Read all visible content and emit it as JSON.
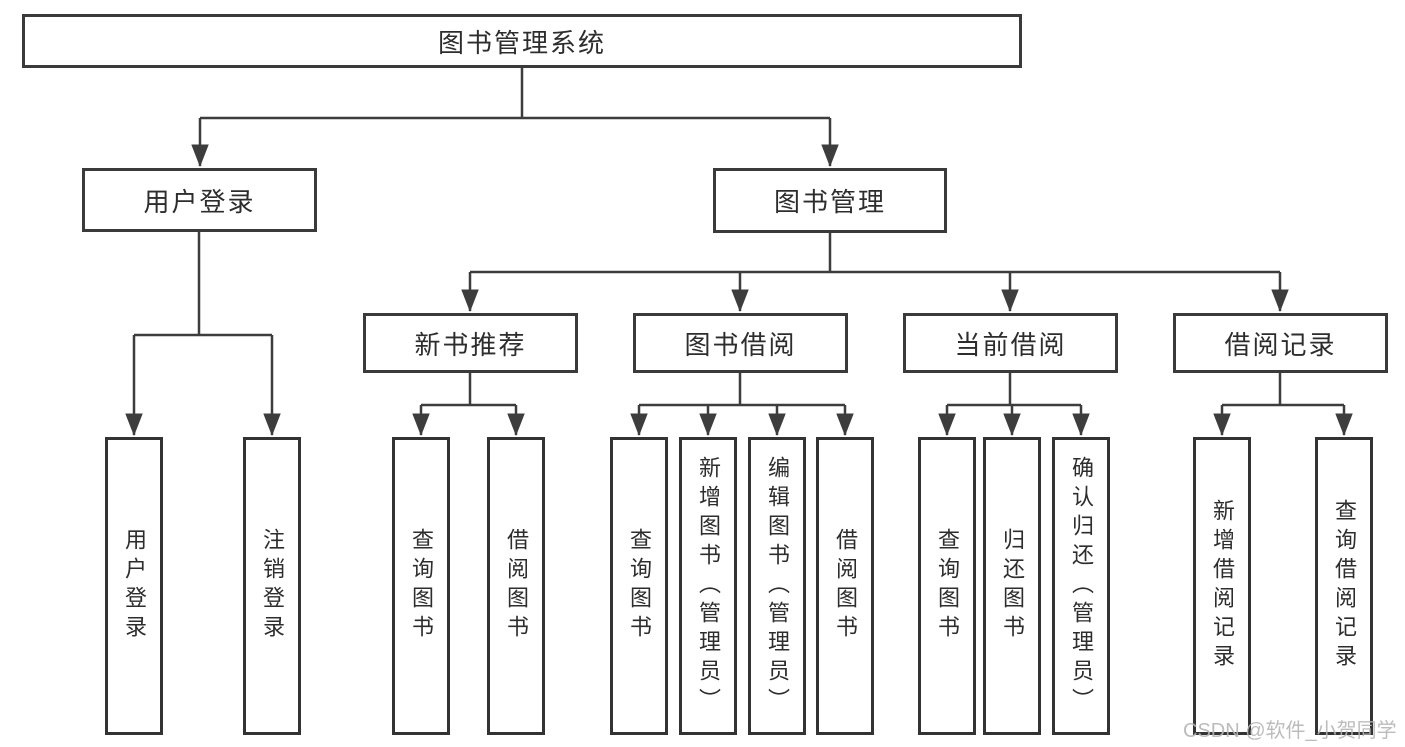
{
  "diagram_type": "functional-decomposition-tree",
  "tree": {
    "label": "图书管理系统",
    "children": [
      {
        "label": "用户登录",
        "children": [
          {
            "label": "用户登录"
          },
          {
            "label": "注销登录"
          }
        ]
      },
      {
        "label": "图书管理",
        "children": [
          {
            "label": "新书推荐",
            "children": [
              {
                "label": "查询图书"
              },
              {
                "label": "借阅图书"
              }
            ]
          },
          {
            "label": "图书借阅",
            "children": [
              {
                "label": "查询图书"
              },
              {
                "label": "新增图书（管理员）"
              },
              {
                "label": "编辑图书（管理员）"
              },
              {
                "label": "借阅图书"
              }
            ]
          },
          {
            "label": "当前借阅",
            "children": [
              {
                "label": "查询图书"
              },
              {
                "label": "归还图书"
              },
              {
                "label": "确认归还（管理员）"
              }
            ]
          },
          {
            "label": "借阅记录",
            "children": [
              {
                "label": "新增借阅记录"
              },
              {
                "label": "查询借阅记录"
              }
            ]
          }
        ]
      }
    ]
  },
  "watermark": {
    "text": "CSDN @软件_小贺同学"
  },
  "colors": {
    "line": "#3d3d3d",
    "box_border": "#3a3a3a",
    "text": "#2d2d2d",
    "background": "#ffffff",
    "watermark": "#b5b5b5"
  }
}
